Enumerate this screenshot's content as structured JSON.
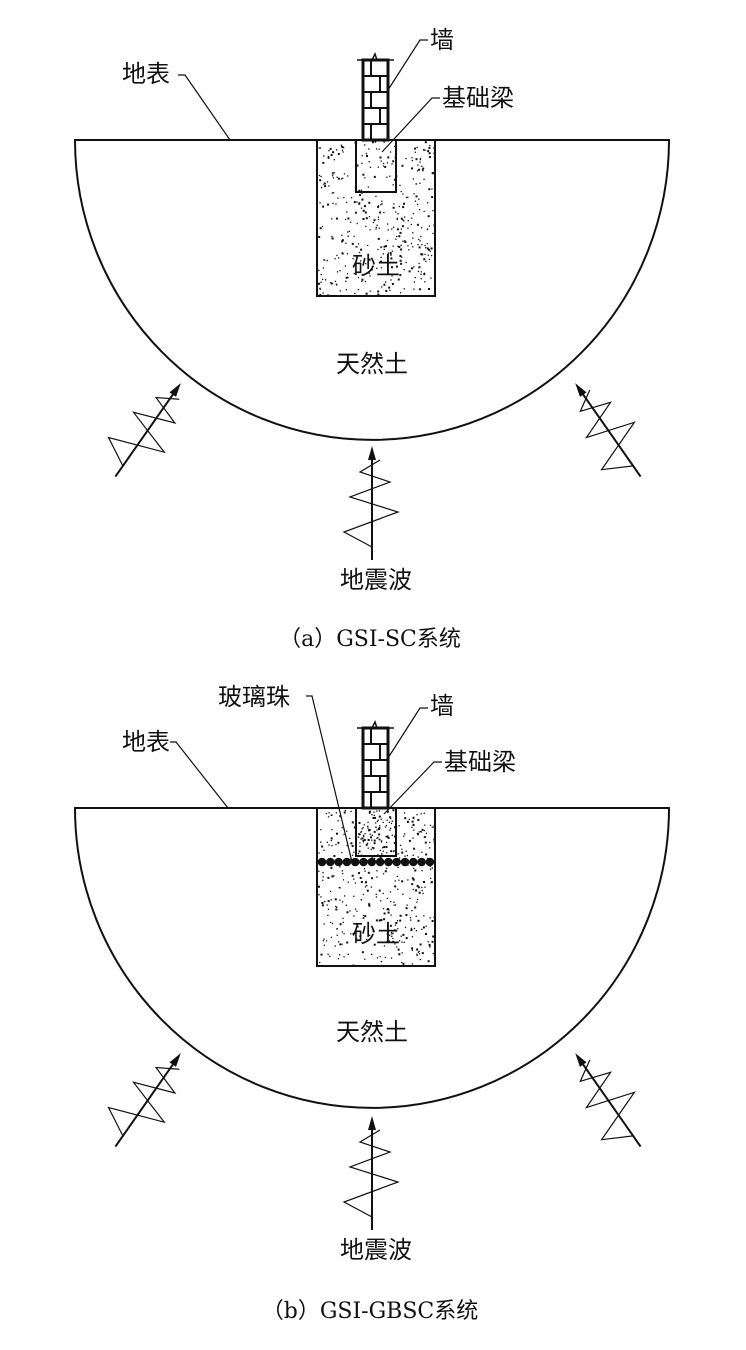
{
  "panel_a": {
    "wall": "墙",
    "foundation_beam": "基础梁",
    "ground_surface": "地表",
    "sand": "砂土",
    "natural_soil": "天然土",
    "seismic_wave": "地震波",
    "caption": "（a）GSI-SC系统"
  },
  "panel_b": {
    "glass_beads": "玻璃珠",
    "wall": "墙",
    "foundation_beam": "基础梁",
    "ground_surface": "地表",
    "sand": "砂土",
    "natural_soil": "天然土",
    "seismic_wave": "地震波",
    "caption": "（b）GSI-GBSC系统"
  }
}
